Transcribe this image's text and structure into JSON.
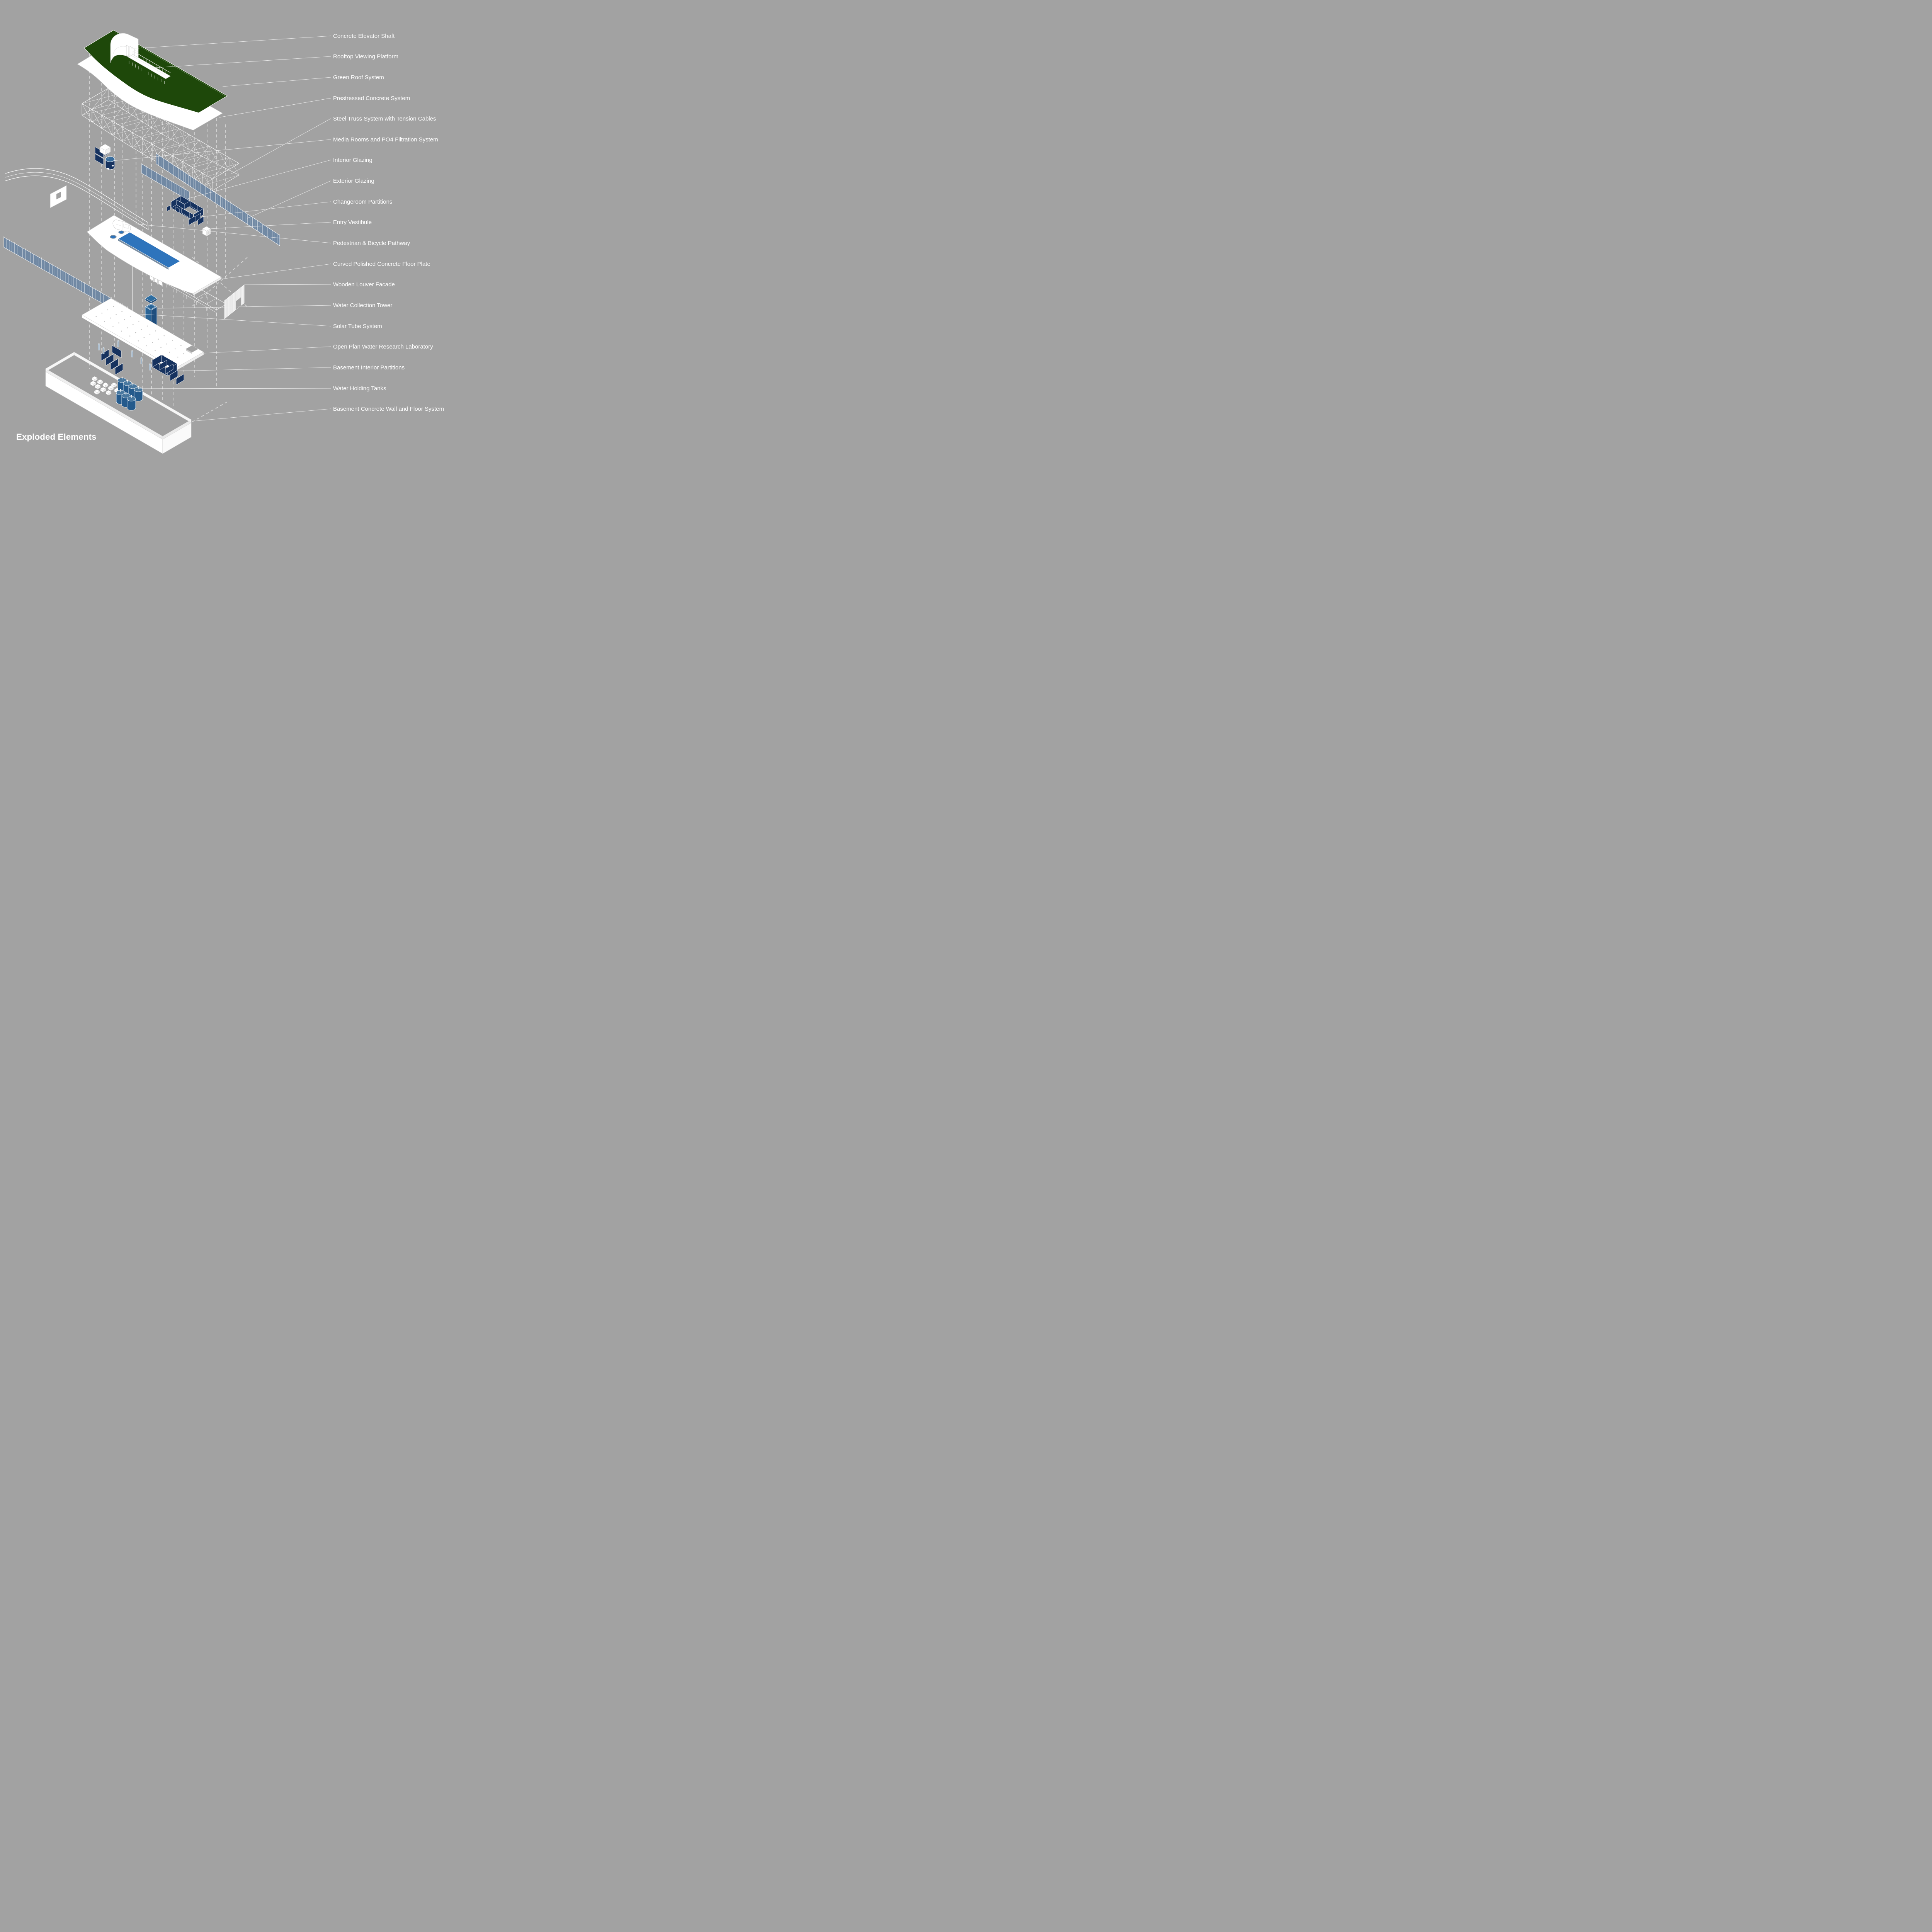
{
  "title": "Exploded Elements",
  "labels": [
    {
      "text": "Concrete Elevator Shaft"
    },
    {
      "text": "Rooftop Viewing Platform"
    },
    {
      "text": "Green Roof System"
    },
    {
      "text": "Prestressed Concrete System"
    },
    {
      "text": "Steel Truss System with Tension Cables"
    },
    {
      "text": "Media Rooms and PO4 Filtration System"
    },
    {
      "text": "Interior Glazing"
    },
    {
      "text": "Exterior Glazing"
    },
    {
      "text": "Changeroom Partitions"
    },
    {
      "text": "Entry Vestibule"
    },
    {
      "text": "Pedestrian & Bicycle Pathway"
    },
    {
      "text": "Curved Polished Concrete Floor Plate"
    },
    {
      "text": "Wooden Louver Facade"
    },
    {
      "text": "Water Collection Tower"
    },
    {
      "text": "Solar Tube System"
    },
    {
      "text": "Open Plan Water Research Laboratory"
    },
    {
      "text": "Basement Interior Partitions"
    },
    {
      "text": "Water Holding Tanks"
    },
    {
      "text": "Basement Concrete Wall and Floor System"
    }
  ],
  "colors": {
    "background": "#A2A2A2",
    "green_roof": "#1E480A",
    "navy_partitions": "#16325F",
    "glazing_strip": "#7189A4",
    "pool_blue": "#2E74BC",
    "tank_blue": "#245A8C",
    "tower_blue": "#2A6496",
    "label_text": "#FFFFFF"
  }
}
